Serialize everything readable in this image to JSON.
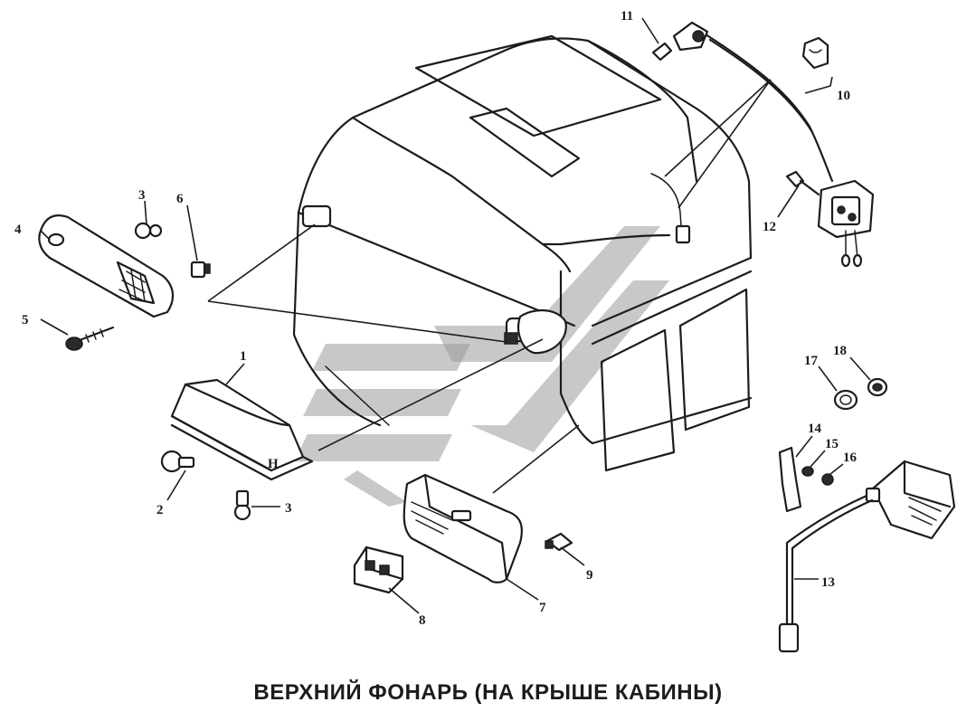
{
  "caption": "ВЕРХНИЙ ФОНАРЬ (НА КРЫШЕ КАБИНЫ)",
  "callouts": [
    "1",
    "2",
    "3",
    "3",
    "4",
    "5",
    "6",
    "7",
    "8",
    "9",
    "10",
    "11",
    "12",
    "13",
    "14",
    "15",
    "16",
    "17",
    "18"
  ],
  "lamp_mark": "H",
  "colors": {
    "ink": "#1c1c1c",
    "watermark": "#9a9a9a",
    "background": "#ffffff"
  }
}
